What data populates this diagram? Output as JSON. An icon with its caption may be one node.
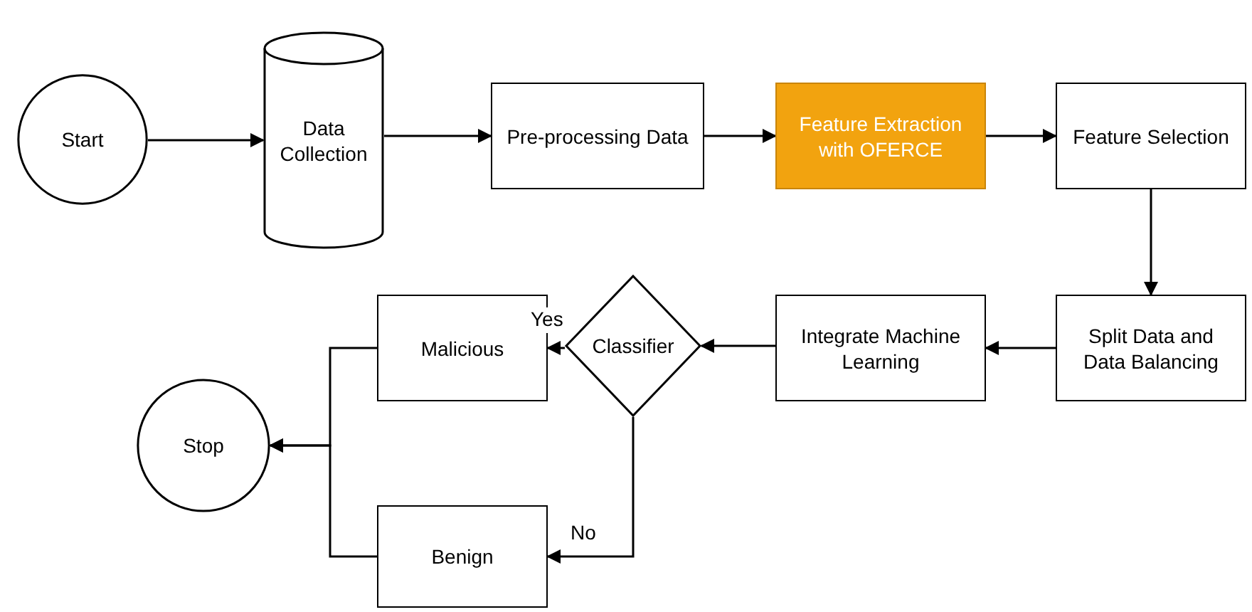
{
  "diagram": {
    "nodes": [
      {
        "text": [
          "Start"
        ]
      },
      {
        "text": [
          "Data Collection"
        ]
      },
      {
        "text": [
          "Pre-processing Data"
        ]
      },
      {
        "text": [
          "Feature Extraction with OFERCE"
        ]
      },
      {
        "text": [
          "Feature Selection"
        ]
      },
      {
        "text": [
          "Split Data and Data Balancing"
        ]
      },
      {
        "text": [
          "Integrate Machine Learning"
        ]
      },
      {
        "text": [
          "Classifier"
        ]
      },
      {
        "text": [
          "Malicious"
        ]
      },
      {
        "text": [
          "Benign"
        ]
      },
      {
        "text": [
          "Stop"
        ]
      }
    ],
    "edges": [
      {
        "from": 0,
        "to": 1,
        "arrow": "to"
      },
      {
        "from": 1,
        "to": 2,
        "arrow": "to"
      },
      {
        "from": 2,
        "to": 3,
        "arrow": "to"
      },
      {
        "from": 3,
        "to": 4,
        "arrow": "to"
      },
      {
        "from": 4,
        "to": 5,
        "arrow": "to"
      },
      {
        "from": 5,
        "to": 6,
        "arrow": "to"
      },
      {
        "from": 6,
        "to": 7,
        "arrow": "to"
      },
      {
        "from": 7,
        "to": 8,
        "arrow": "to",
        "label": "Yes"
      },
      {
        "from": 7,
        "to": 9,
        "arrow": "to",
        "label": "No"
      },
      {
        "from": 8,
        "to": 10,
        "arrow": "to"
      },
      {
        "from": 9,
        "to": 10,
        "arrow": "to"
      }
    ]
  }
}
